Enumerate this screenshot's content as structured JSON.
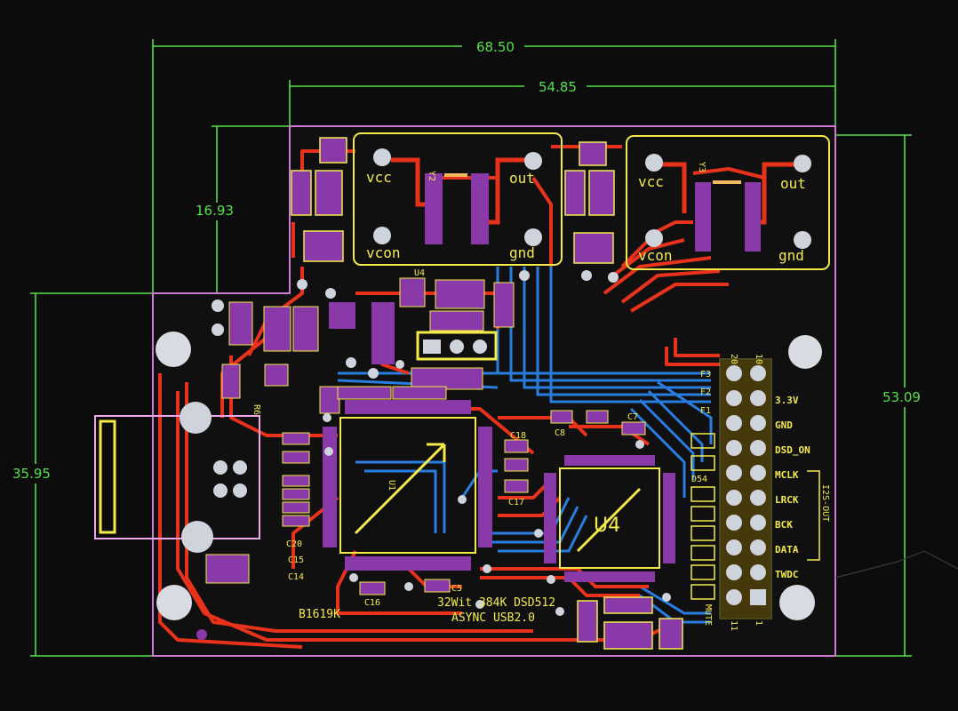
{
  "dimensions": {
    "width_total": "68.50",
    "width_inner": "54.85",
    "height_total": "53.09",
    "height_left": "35.95",
    "height_top": "16.93"
  },
  "oscillators": [
    {
      "label": "Y2",
      "vcc": "vcc",
      "out": "out",
      "vcon": "vcon",
      "gnd": "gnd"
    },
    {
      "label": "Y3",
      "vcc": "vcc",
      "out": "out",
      "vcon": "vcon",
      "gnd": "gnd"
    }
  ],
  "chips": {
    "main": "U1",
    "dac": "U4"
  },
  "header": {
    "pin_top_left": "20",
    "pin_top_right": "10",
    "pin_bottom_left": "11",
    "pin_bottom_right": "1",
    "signals": [
      "3.3V",
      "GND",
      "DSD_ON",
      "MCLK",
      "LRCK",
      "BCK",
      "DATA",
      "TWDC"
    ],
    "group_label": "I2S-OUT"
  },
  "board_text": {
    "id": "B1619K",
    "spec_line1": "32Wit 384K DSD512",
    "spec_line2": "ASYNC USB2.0",
    "ds4": "D54",
    "mute": "MUTE"
  },
  "designators": {
    "u4_small": "U4",
    "c16": "C16",
    "c5": "C5",
    "c17": "C17",
    "c20": "C20",
    "c7": "C7",
    "c8": "C8",
    "c15": "C15",
    "c14": "C14",
    "c18": "C18",
    "r6": "R6",
    "f1": "F1",
    "f2": "F2",
    "f3": "F3"
  },
  "colors": {
    "dimension": "#53e04a",
    "silkscreen": "#f4ea4a",
    "top_copper": "#e8321c",
    "bottom_copper": "#2a7de0",
    "pad": "#8a3aa8",
    "outline": "#d07ad8",
    "via": "#cfd3dc"
  }
}
